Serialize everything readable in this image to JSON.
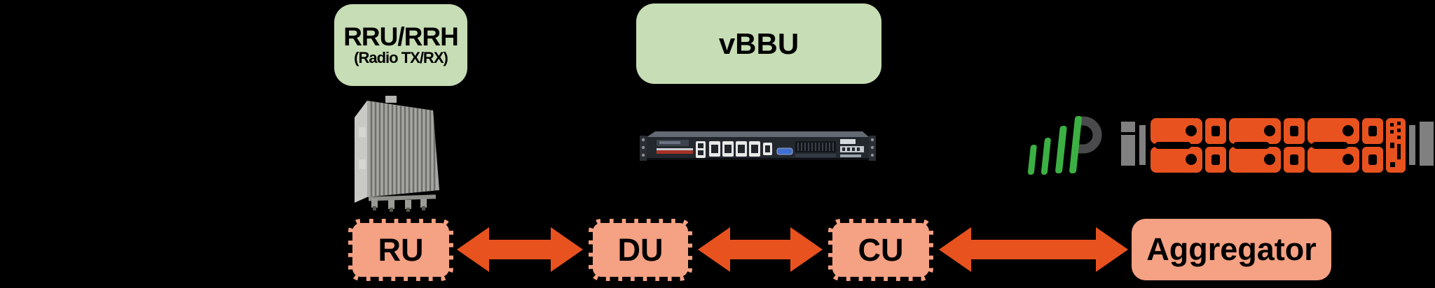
{
  "colors": {
    "background": "#000000",
    "green_box_fill": "#C7DDB5",
    "salmon_box_fill": "#F5A183",
    "arrow": "#E8521F",
    "label_text": "#000000",
    "appliance_orange": "#E8521F",
    "hardware_gray": "#808080",
    "logo_green": "#3CB043",
    "logo_gray": "#4A4A4C"
  },
  "nodes": {
    "rru": {
      "title": "RRU/RRH",
      "subtitle": "(Radio TX/RX)"
    },
    "vbbu": {
      "title": "vBBU"
    },
    "ru": {
      "label": "RU"
    },
    "du": {
      "label": "DU"
    },
    "cu": {
      "label": "CU"
    },
    "aggregator": {
      "label": "Aggregator"
    }
  },
  "icons": {
    "rru_photo": "remote-radio-unit-photo",
    "server_photo": "rack-server-rear-photo",
    "logo": "signal-bars-p-logo",
    "appliance": "orange-aggregator-appliance-photo"
  },
  "connections": [
    {
      "from": "RU",
      "to": "DU",
      "type": "bidirectional-arrow"
    },
    {
      "from": "DU",
      "to": "CU",
      "type": "bidirectional-arrow"
    },
    {
      "from": "CU",
      "to": "Aggregator",
      "type": "bidirectional-arrow"
    }
  ]
}
